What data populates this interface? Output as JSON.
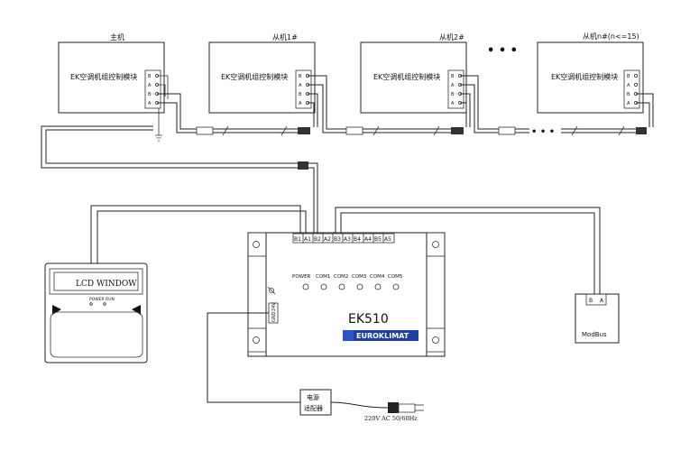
{
  "modules": [
    {
      "caption": "主机",
      "name": "EK空调机组控制模块",
      "terms": [
        "B",
        "A",
        "B",
        "A"
      ]
    },
    {
      "caption": "从机1#",
      "name": "EK空调机组控制模块",
      "terms": [
        "B",
        "A",
        "B",
        "A"
      ]
    },
    {
      "caption": "从机2#",
      "name": "EK空调机组控制模块",
      "terms": [
        "B",
        "A",
        "B",
        "A"
      ]
    },
    {
      "caption": "从机n#(n<=15)",
      "name": "EK空调机组控制模块",
      "terms": [
        "B",
        "A",
        "B",
        "A"
      ]
    }
  ],
  "ellipsis_top": "• • •",
  "ellipsis_bus": "• • •",
  "hub": {
    "model": "EK510",
    "terminals": [
      "B1",
      "A1",
      "B2",
      "A2",
      "B3",
      "A3",
      "B4",
      "A4",
      "B5",
      "A5"
    ],
    "leds": [
      "POWER",
      "COM1",
      "COM2",
      "COM3",
      "COM4",
      "COM5"
    ],
    "power_terms": [
      "GND",
      "24V"
    ],
    "brand": "EUROKLIMAT"
  },
  "lcd": {
    "window": "LCD WINDOW",
    "status": "POWER RUN"
  },
  "modbus": {
    "label": "ModBus",
    "terms": [
      "B",
      "A"
    ]
  },
  "adapter": {
    "line1": "电源",
    "line2": "适配器",
    "supply": "220V  AC  50/60Hz"
  },
  "colors": {
    "stroke": "#222222",
    "brand_blue": "#1c3fa0"
  }
}
